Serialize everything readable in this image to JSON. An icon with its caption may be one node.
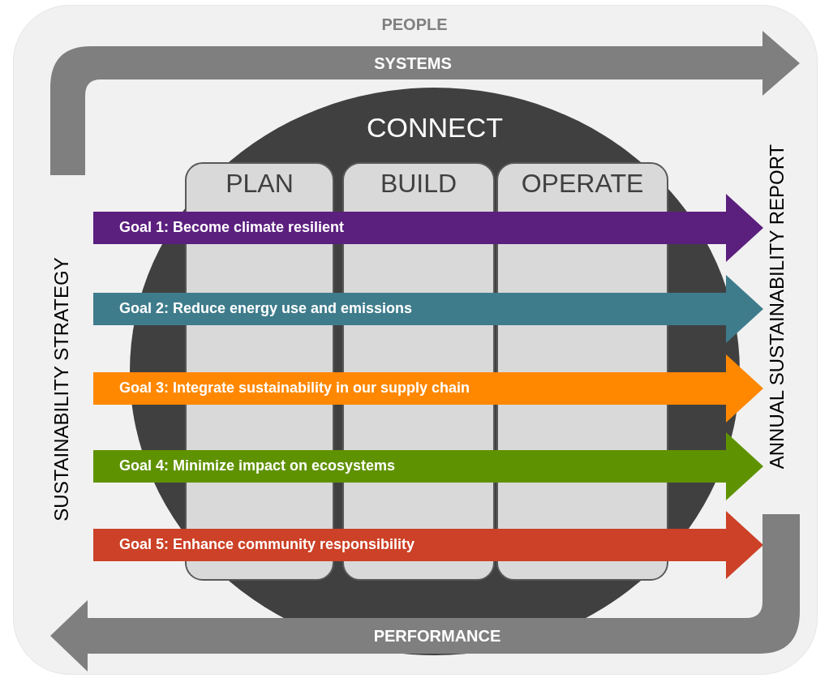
{
  "diagram": {
    "nodes": [
      {
        "text": [
          "SYSTEMS"
        ]
      },
      {
        "text": [
          "CONNECT"
        ]
      },
      {
        "text": [
          "PLAN"
        ],
        "in": 1
      },
      {
        "text": [
          "BUILD"
        ],
        "in": 1
      },
      {
        "text": [
          "OPERATE"
        ],
        "in": 1
      },
      {
        "text": [
          "Goal 1: Become climate resilient"
        ]
      },
      {
        "text": [
          "Goal 2: Reduce energy use and emissions"
        ]
      },
      {
        "text": [
          "Goal 3:  Integrate sustainability in our supply chain"
        ]
      },
      {
        "text": [
          "Goal 4: Minimize impact on ecosystems"
        ]
      },
      {
        "text": [
          "Goal 5: Enhance community responsibility"
        ]
      },
      {
        "text": [
          "PERFORMANCE"
        ]
      }
    ],
    "labels": [
      "PEOPLE",
      "SUSTAINABILITY STRATEGY",
      "ANNUAL SUSTAINABILITY REPORT"
    ]
  }
}
